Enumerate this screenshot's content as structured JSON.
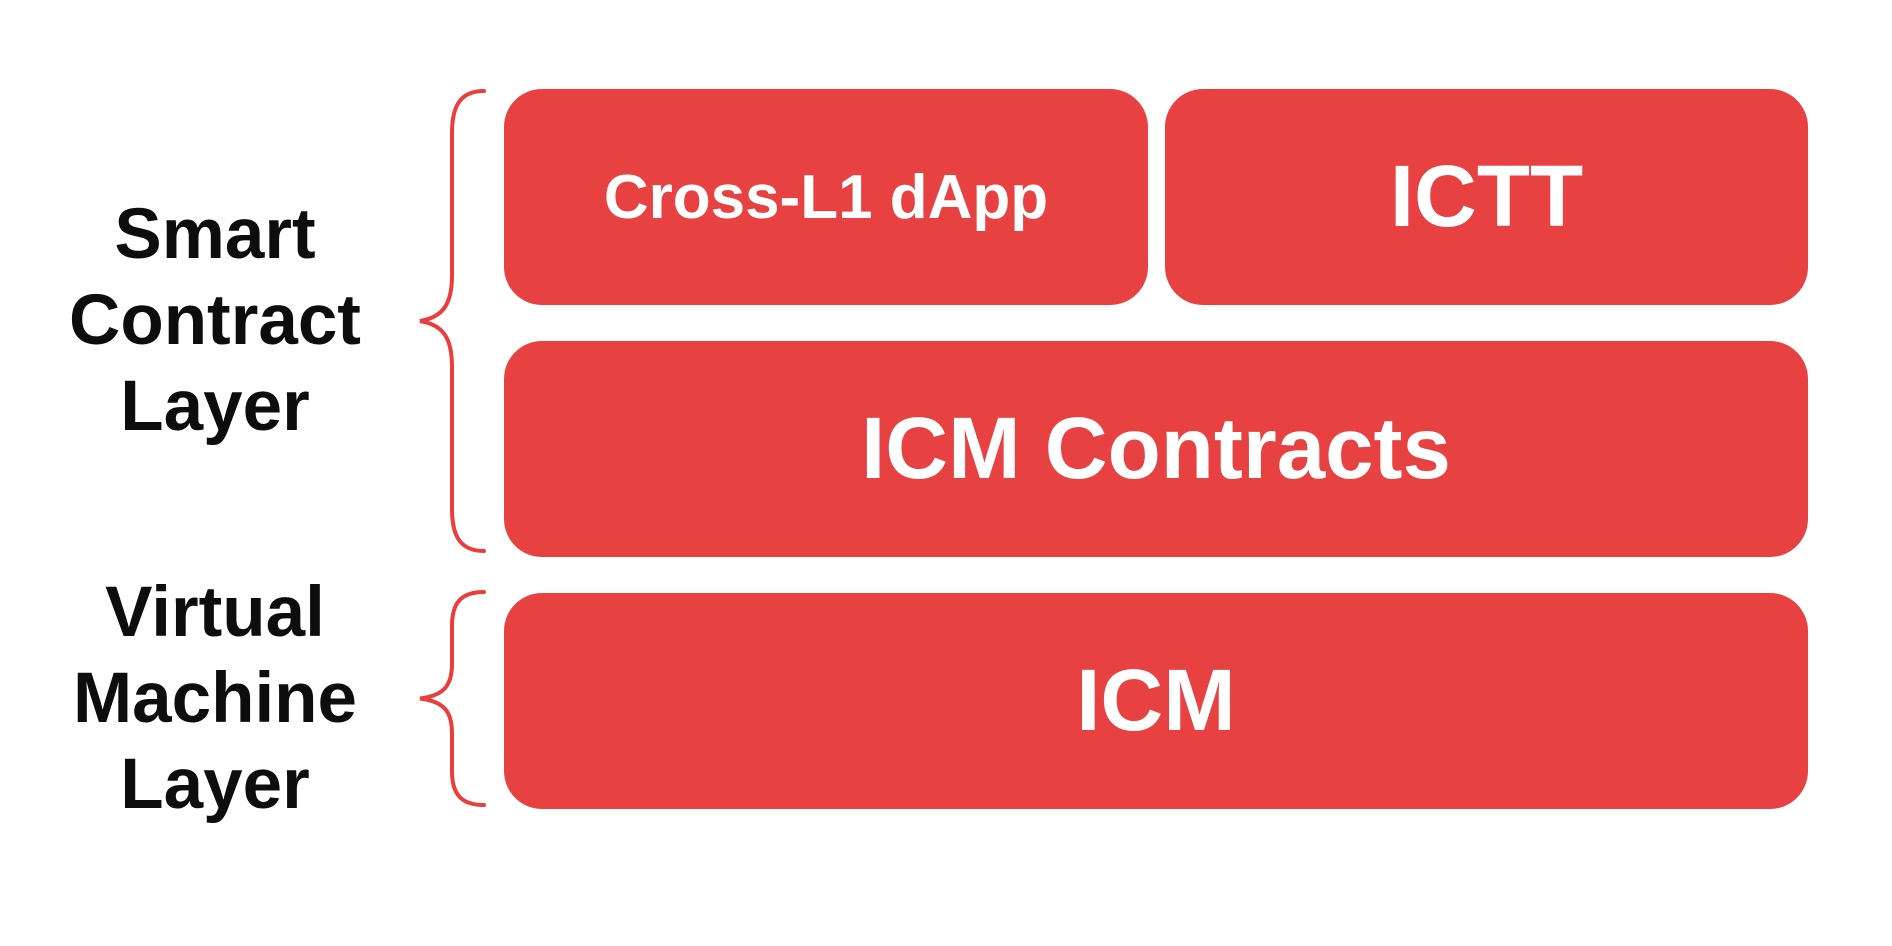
{
  "layers": [
    {
      "name": "Smart Contract Layer",
      "lines": [
        "Smart",
        "Contract",
        "Layer"
      ]
    },
    {
      "name": "Virtual Machine Layer",
      "lines": [
        "Virtual",
        "Machine",
        "Layer"
      ]
    }
  ],
  "boxes": {
    "cross_l1_dapp": "Cross-L1 dApp",
    "ictt": "ICTT",
    "icm_contracts": "ICM Contracts",
    "icm": "ICM"
  },
  "colors": {
    "box_red": "#e84142",
    "brace_red": "#ea3d3c",
    "label_black": "#0d0d0d",
    "box_text_white": "#ffffff",
    "background": "#ffffff"
  }
}
